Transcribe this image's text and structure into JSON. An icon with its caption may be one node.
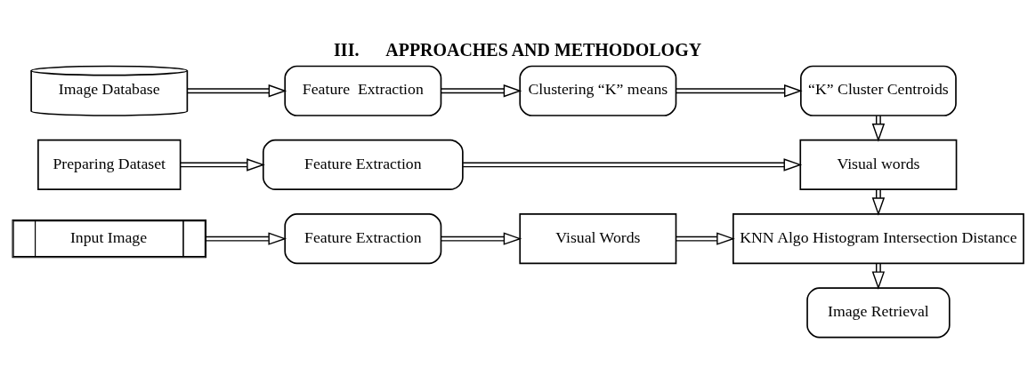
{
  "diagram": {
    "title": "III.      APPROACHES AND METHODOLOGY",
    "nodes": [
      {
        "text": [
          "Image Database"
        ]
      },
      {
        "text": [
          "Feature  Extraction"
        ]
      },
      {
        "text": [
          "Clustering “K” means"
        ]
      },
      {
        "text": [
          "“K” Cluster Centroids"
        ]
      },
      {
        "text": [
          "Preparing Dataset"
        ]
      },
      {
        "text": [
          "Feature Extraction"
        ]
      },
      {
        "text": [
          "Visual words"
        ]
      },
      {
        "text": [
          "Input Image"
        ]
      },
      {
        "text": [
          "Feature Extraction"
        ]
      },
      {
        "text": [
          "Visual Words"
        ]
      },
      {
        "text": [
          "KNN Algo Histogram Intersection Distance"
        ]
      },
      {
        "text": [
          "Image Retrieval"
        ]
      }
    ],
    "edges": [
      {
        "from": 0,
        "to": 1,
        "arrow": "to"
      },
      {
        "from": 1,
        "to": 2,
        "arrow": "to"
      },
      {
        "from": 2,
        "to": 3,
        "arrow": "to"
      },
      {
        "from": 3,
        "to": 6,
        "arrow": "to"
      },
      {
        "from": 4,
        "to": 5,
        "arrow": "to"
      },
      {
        "from": 5,
        "to": 6,
        "arrow": "to"
      },
      {
        "from": 6,
        "to": 10,
        "arrow": "to"
      },
      {
        "from": 7,
        "to": 8,
        "arrow": "to"
      },
      {
        "from": 8,
        "to": 9,
        "arrow": "to"
      },
      {
        "from": 9,
        "to": 10,
        "arrow": "to"
      },
      {
        "from": 10,
        "to": 11,
        "arrow": "to"
      }
    ]
  }
}
